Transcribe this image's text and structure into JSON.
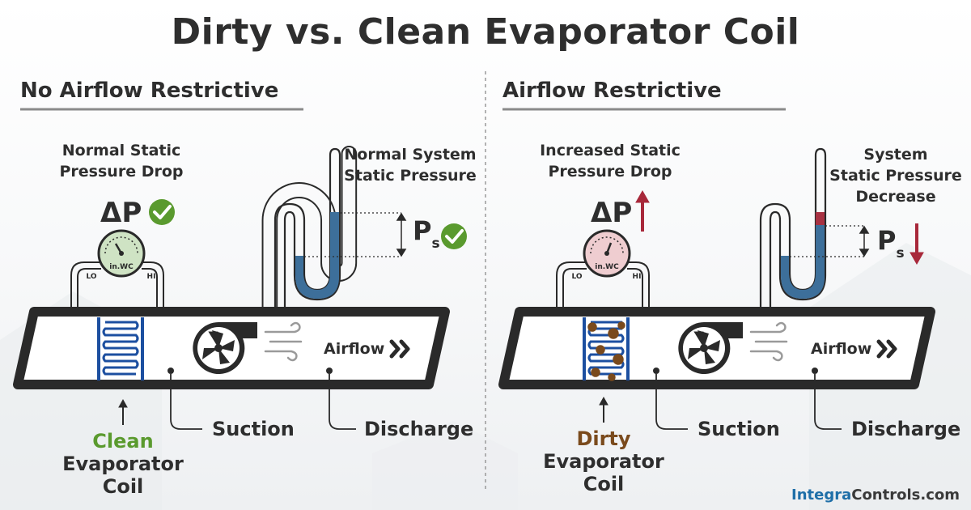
{
  "title": "Dirty vs. Clean Evaporator Coil",
  "left": {
    "heading": "No Airflow Restrictive",
    "drop_label_line1": "Normal Static",
    "drop_label_line2": "Pressure Drop",
    "delta_symbol": "ΔP",
    "system_label_line1": "Normal System",
    "system_label_line2": "Static Pressure",
    "ps_symbol": "P",
    "ps_sub": "s",
    "gauge_unit": "in.WC",
    "lo": "LO",
    "hi": "HI",
    "airflow": "Airflow",
    "suction": "Suction",
    "discharge": "Discharge",
    "coil_state": "Clean",
    "coil_line2": "Evaporator",
    "coil_line3": "Coil"
  },
  "right": {
    "heading": "Airflow Restrictive",
    "drop_label_line1": "Increased Static",
    "drop_label_line2": "Pressure Drop",
    "delta_symbol": "ΔP",
    "system_label_line1": "System",
    "system_label_line2": "Static Pressure",
    "system_label_line3": "Decrease",
    "ps_symbol": "P",
    "ps_sub": "s",
    "gauge_unit": "in.WC",
    "lo": "LO",
    "hi": "HI",
    "airflow": "Airflow",
    "suction": "Suction",
    "discharge": "Discharge",
    "coil_state": "Dirty",
    "coil_line2": "Evaporator",
    "coil_line3": "Coil"
  },
  "brand": {
    "part1": "Integra",
    "part2": "Controls.com"
  },
  "colors": {
    "duct": "#2a2a2a",
    "coil_blue": "#1c4fa0",
    "fluid_blue": "#3d6f9a",
    "fluid_red": "#a83242",
    "check_green": "#5a9a2e",
    "arrow_red": "#a8283a",
    "gauge_clean": "#cfe3c4",
    "gauge_dirty": "#efcdd0",
    "dirt_brown": "#7a4a1c"
  },
  "icons": [
    "check-icon",
    "arrow-up-icon",
    "arrow-down-icon",
    "fan-icon",
    "wind-icon",
    "chevron-double-right-icon",
    "gauge-icon",
    "manometer-icon",
    "coil-icon",
    "dirt-particle-icon"
  ]
}
